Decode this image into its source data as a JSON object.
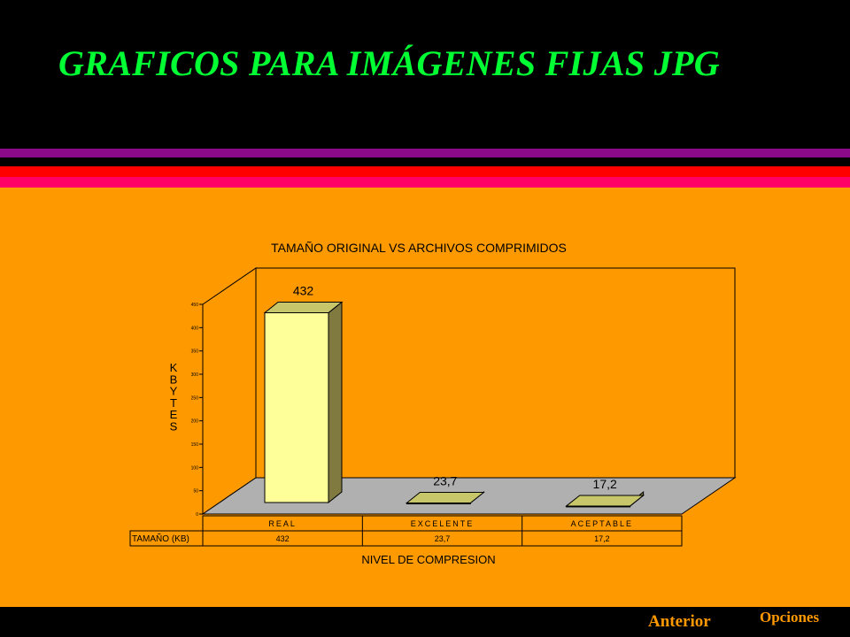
{
  "slide": {
    "title": "GRAFICOS PARA IMÁGENES FIJAS JPG",
    "nav_anterior": "Anterior",
    "nav_opciones": "Opciones"
  },
  "colors": {
    "title": "#00ff33",
    "background": "#000000",
    "panel": "#ff9900",
    "stripes": [
      "#8a0a8a",
      "#000000",
      "#ff0000",
      "#ff0066"
    ],
    "bar_front": "#ffff99",
    "bar_side": "#807a40",
    "bar_top": "#c8c66a",
    "floor": "#b0b0b0"
  },
  "chart_data": {
    "type": "bar",
    "title": "TAMAÑO ORIGINAL VS ARCHIVOS COMPRIMIDOS",
    "xlabel": "NIVEL DE COMPRESION",
    "ylabel": "KBYTES",
    "categories": [
      "REAL",
      "EXCELENTE",
      "ACEPTABLE"
    ],
    "series": [
      {
        "name": "TAMAÑO (KB)",
        "values": [
          432,
          23.7,
          17.2
        ]
      }
    ],
    "data_labels": [
      "432",
      "23,7",
      "17,2"
    ],
    "table_values": [
      "432",
      "23,7",
      "17,2"
    ],
    "yticks": [
      "0",
      "50",
      "100",
      "150",
      "200",
      "250",
      "300",
      "350",
      "400",
      "450"
    ],
    "ylim": [
      0,
      450
    ],
    "grid": false,
    "legend": "data-table",
    "three_d": true
  }
}
